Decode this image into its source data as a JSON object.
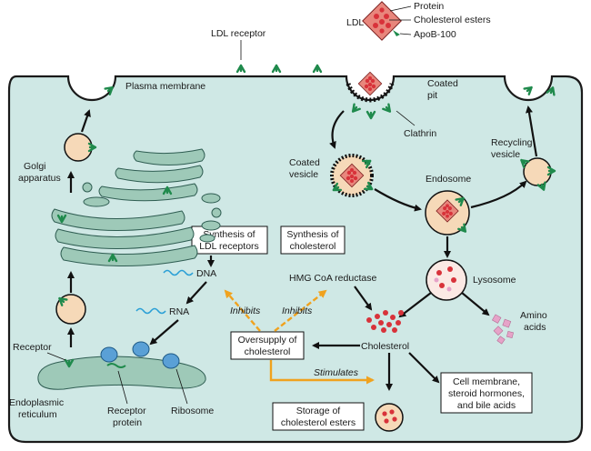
{
  "labels": {
    "ldl": "LDL",
    "protein": "Protein",
    "cholesterol_esters": "Cholesterol esters",
    "apob100": "ApoB-100",
    "ldl_receptor": "LDL receptor",
    "plasma_membrane": "Plasma membrane",
    "coated_pit_1": "Coated",
    "coated_pit_2": "pit",
    "clathrin": "Clathrin",
    "coated_vesicle_1": "Coated",
    "coated_vesicle_2": "vesicle",
    "endosome": "Endosome",
    "recycling_vesicle_1": "Recycling",
    "recycling_vesicle_2": "vesicle",
    "golgi_1": "Golgi",
    "golgi_2": "apparatus",
    "lysosome": "Lysosome",
    "amino_acids_1": "Amino",
    "amino_acids_2": "acids",
    "dna": "DNA",
    "rna": "RNA",
    "hmg_coa": "HMG CoA reductase",
    "inhibits_1": "Inhibits",
    "inhibits_2": "Inhibits",
    "stimulates": "Stimulates",
    "cholesterol": "Cholesterol",
    "receptor": "Receptor",
    "er_1": "Endoplasmic",
    "er_2": "reticulum",
    "receptor_protein_1": "Receptor",
    "receptor_protein_2": "protein",
    "ribosome": "Ribosome"
  },
  "boxes": {
    "synth_ldl_1": "Synthesis of",
    "synth_ldl_2": "LDL receptors",
    "synth_chol_1": "Synthesis of",
    "synth_chol_2": "cholesterol",
    "oversupply_1": "Oversupply of",
    "oversupply_2": "cholesterol",
    "storage_1": "Storage of",
    "storage_2": "cholesterol esters",
    "cell_membrane_1": "Cell membrane,",
    "cell_membrane_2": "steroid hormones,",
    "cell_membrane_3": "and bile acids"
  },
  "colors": {
    "cell_fill": "#cfe8e5",
    "receptor_green": "#1f8a4c",
    "ldl_red": "#d8323a",
    "ldl_core": "#e8867c",
    "vesicle_fill": "#f6d9b8",
    "golgi_fill": "#9ec9b8",
    "er_fill": "#9ec9b8",
    "ribosome_blue": "#5aa0d6",
    "arrow_orange": "#f0a21e",
    "amino_pink": "#e6a3c8",
    "wave_blue": "#2a9fd6"
  }
}
